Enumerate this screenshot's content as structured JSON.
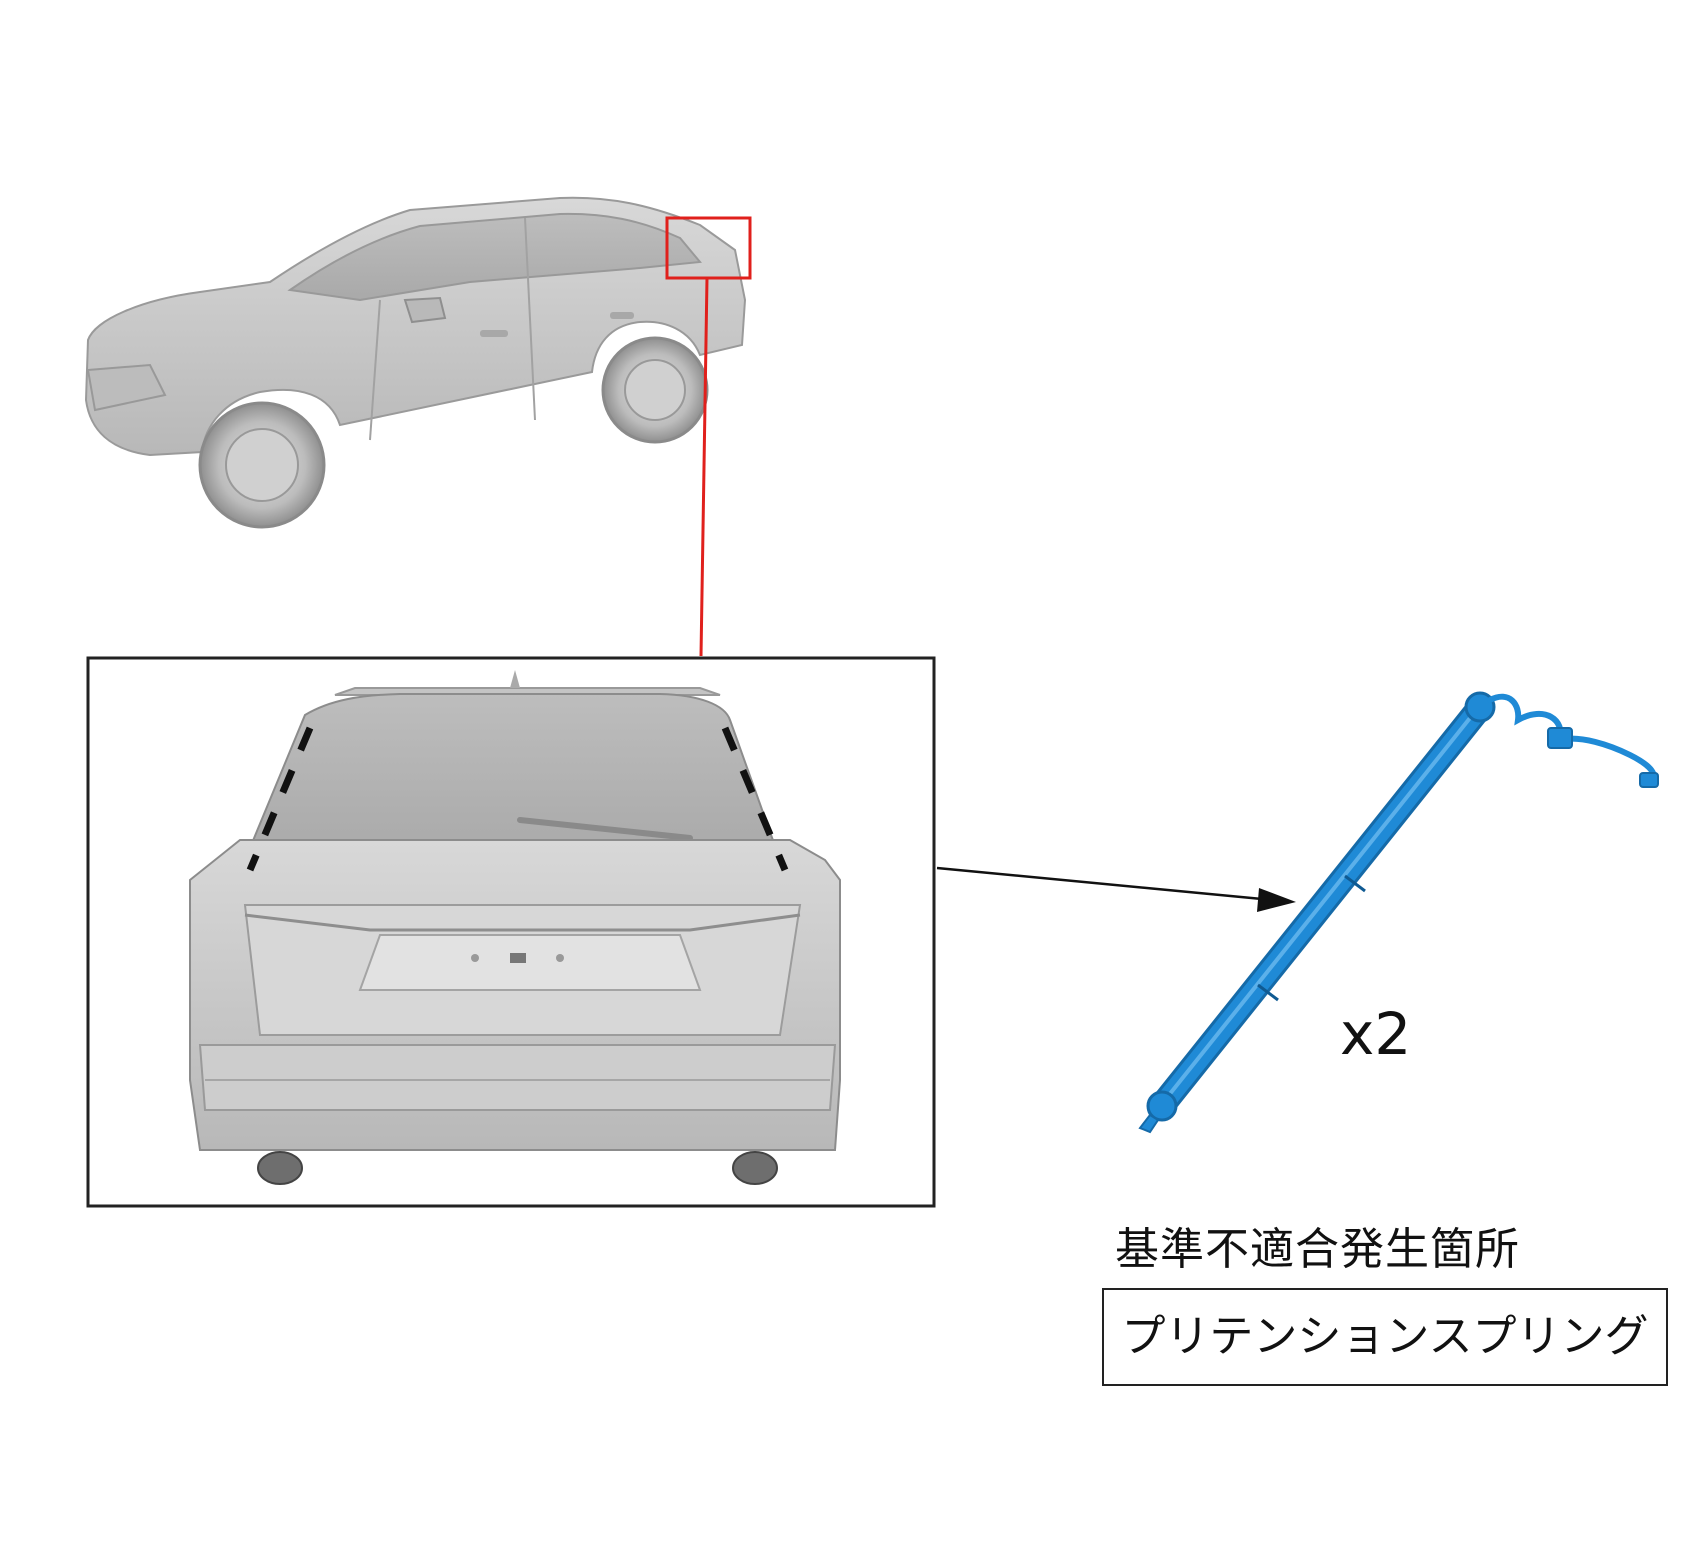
{
  "quantity_label": "x2",
  "location_title": "基準不適合発生箇所",
  "part_name": "プリテンションスプリング",
  "colors": {
    "highlight": "#e0201c",
    "part": "#1f8ad6",
    "part_dark": "#156aa8",
    "car_body": "#c9c9c9",
    "outline": "#222222"
  }
}
